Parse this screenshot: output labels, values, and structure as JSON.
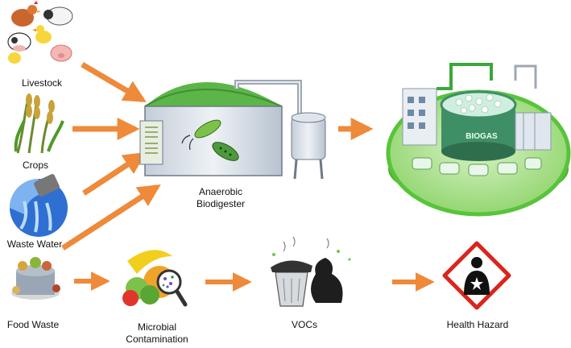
{
  "inputs": {
    "livestock": "Livestock",
    "crops": "Crops",
    "waste_water": "Waste Water",
    "food_waste": "Food Waste"
  },
  "digester": {
    "line1": "Anaerobic",
    "line2": "Biodigester"
  },
  "plant": {
    "tank_label": "BIOGAS"
  },
  "chain": {
    "microbial_line1": "Microbial",
    "microbial_line2": "Contamination",
    "vocs": "VOCs",
    "health_hazard": "Health Hazard"
  },
  "colors": {
    "arrow": "#ee8a3a",
    "digester_green": "#5cb548",
    "digester_body": "#cfd8e3",
    "plant_green": "#57c43a",
    "hazard_red": "#d9251c"
  },
  "icons": [
    "livestock-icon",
    "crops-icon",
    "waste-water-icon",
    "food-waste-icon",
    "biodigester-icon",
    "biogas-plant-icon",
    "microbial-contamination-icon",
    "vocs-trash-icon",
    "health-hazard-icon"
  ]
}
